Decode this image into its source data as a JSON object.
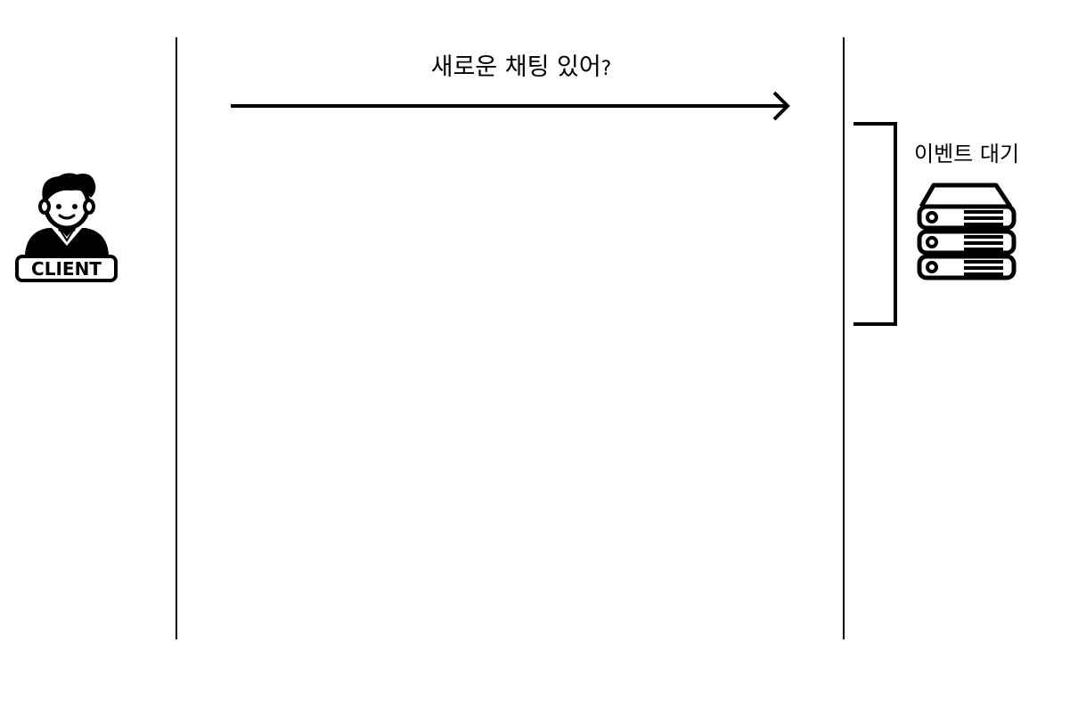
{
  "client": {
    "badge_label": "CLIENT",
    "icon": "client-person-icon"
  },
  "server": {
    "icon": "server-rack-icon",
    "wait_label": "이벤트 대기"
  },
  "message": {
    "label": "새로운 채팅 있어",
    "label_suffix": "?",
    "direction": "client-to-server"
  }
}
